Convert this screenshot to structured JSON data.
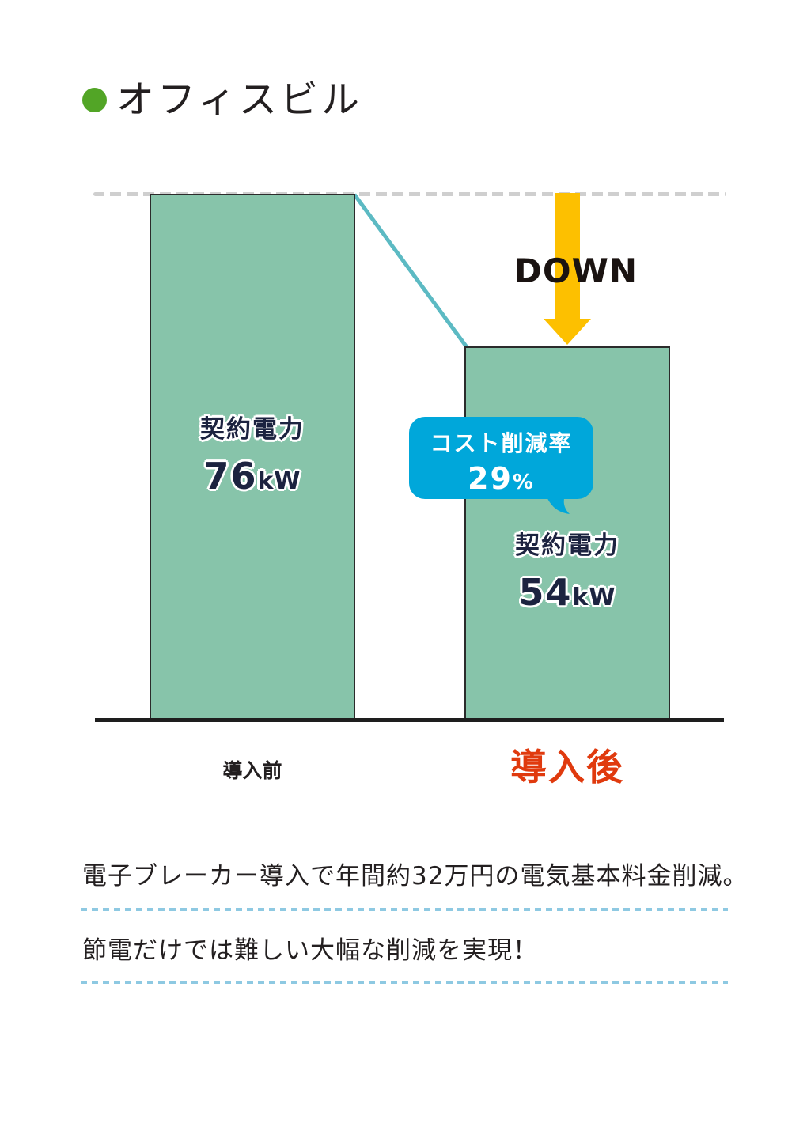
{
  "header": {
    "title": "オフィスビル",
    "dot_color": "#52a526"
  },
  "chart_data": {
    "type": "bar",
    "title": "オフィスビル",
    "categories": [
      "導入前",
      "導入後"
    ],
    "series": [
      {
        "name": "契約電力",
        "unit": "kW",
        "values": [
          76,
          54
        ]
      }
    ],
    "xlabel": "",
    "ylabel": "契約電力 (kW)",
    "ylim": [
      0,
      76
    ],
    "grid": false,
    "annotations": [
      {
        "text": "DOWN",
        "type": "arrow",
        "direction": "down"
      },
      {
        "text": "コスト削減率 29%",
        "type": "callout",
        "value": 29,
        "unit": "%"
      }
    ],
    "colors": {
      "bar": "#87c4aa",
      "connector": "#5cbac3",
      "arrow": "#fdc000",
      "callout": "#00a7da"
    }
  },
  "bars": [
    {
      "label": "契約電力",
      "value": "76",
      "unit": "kW",
      "category": "導入前"
    },
    {
      "label": "契約電力",
      "value": "54",
      "unit": "kW",
      "category": "導入後"
    }
  ],
  "annotation": {
    "down_text": "DOWN",
    "bubble_line1": "コスト削減率",
    "bubble_value": "29",
    "bubble_unit": "%"
  },
  "colors": {
    "bar_fill": "#87c4aa",
    "connector": "#5cbac3",
    "arrow": "#fdc000",
    "bubble": "#00a7da",
    "before_label": "#231f20",
    "after_label": "#e03a0e"
  },
  "captions": [
    "電子ブレーカー導入で年間約32万円の電気基本料金削減。",
    "節電だけでは難しい大幅な削減を実現！"
  ]
}
